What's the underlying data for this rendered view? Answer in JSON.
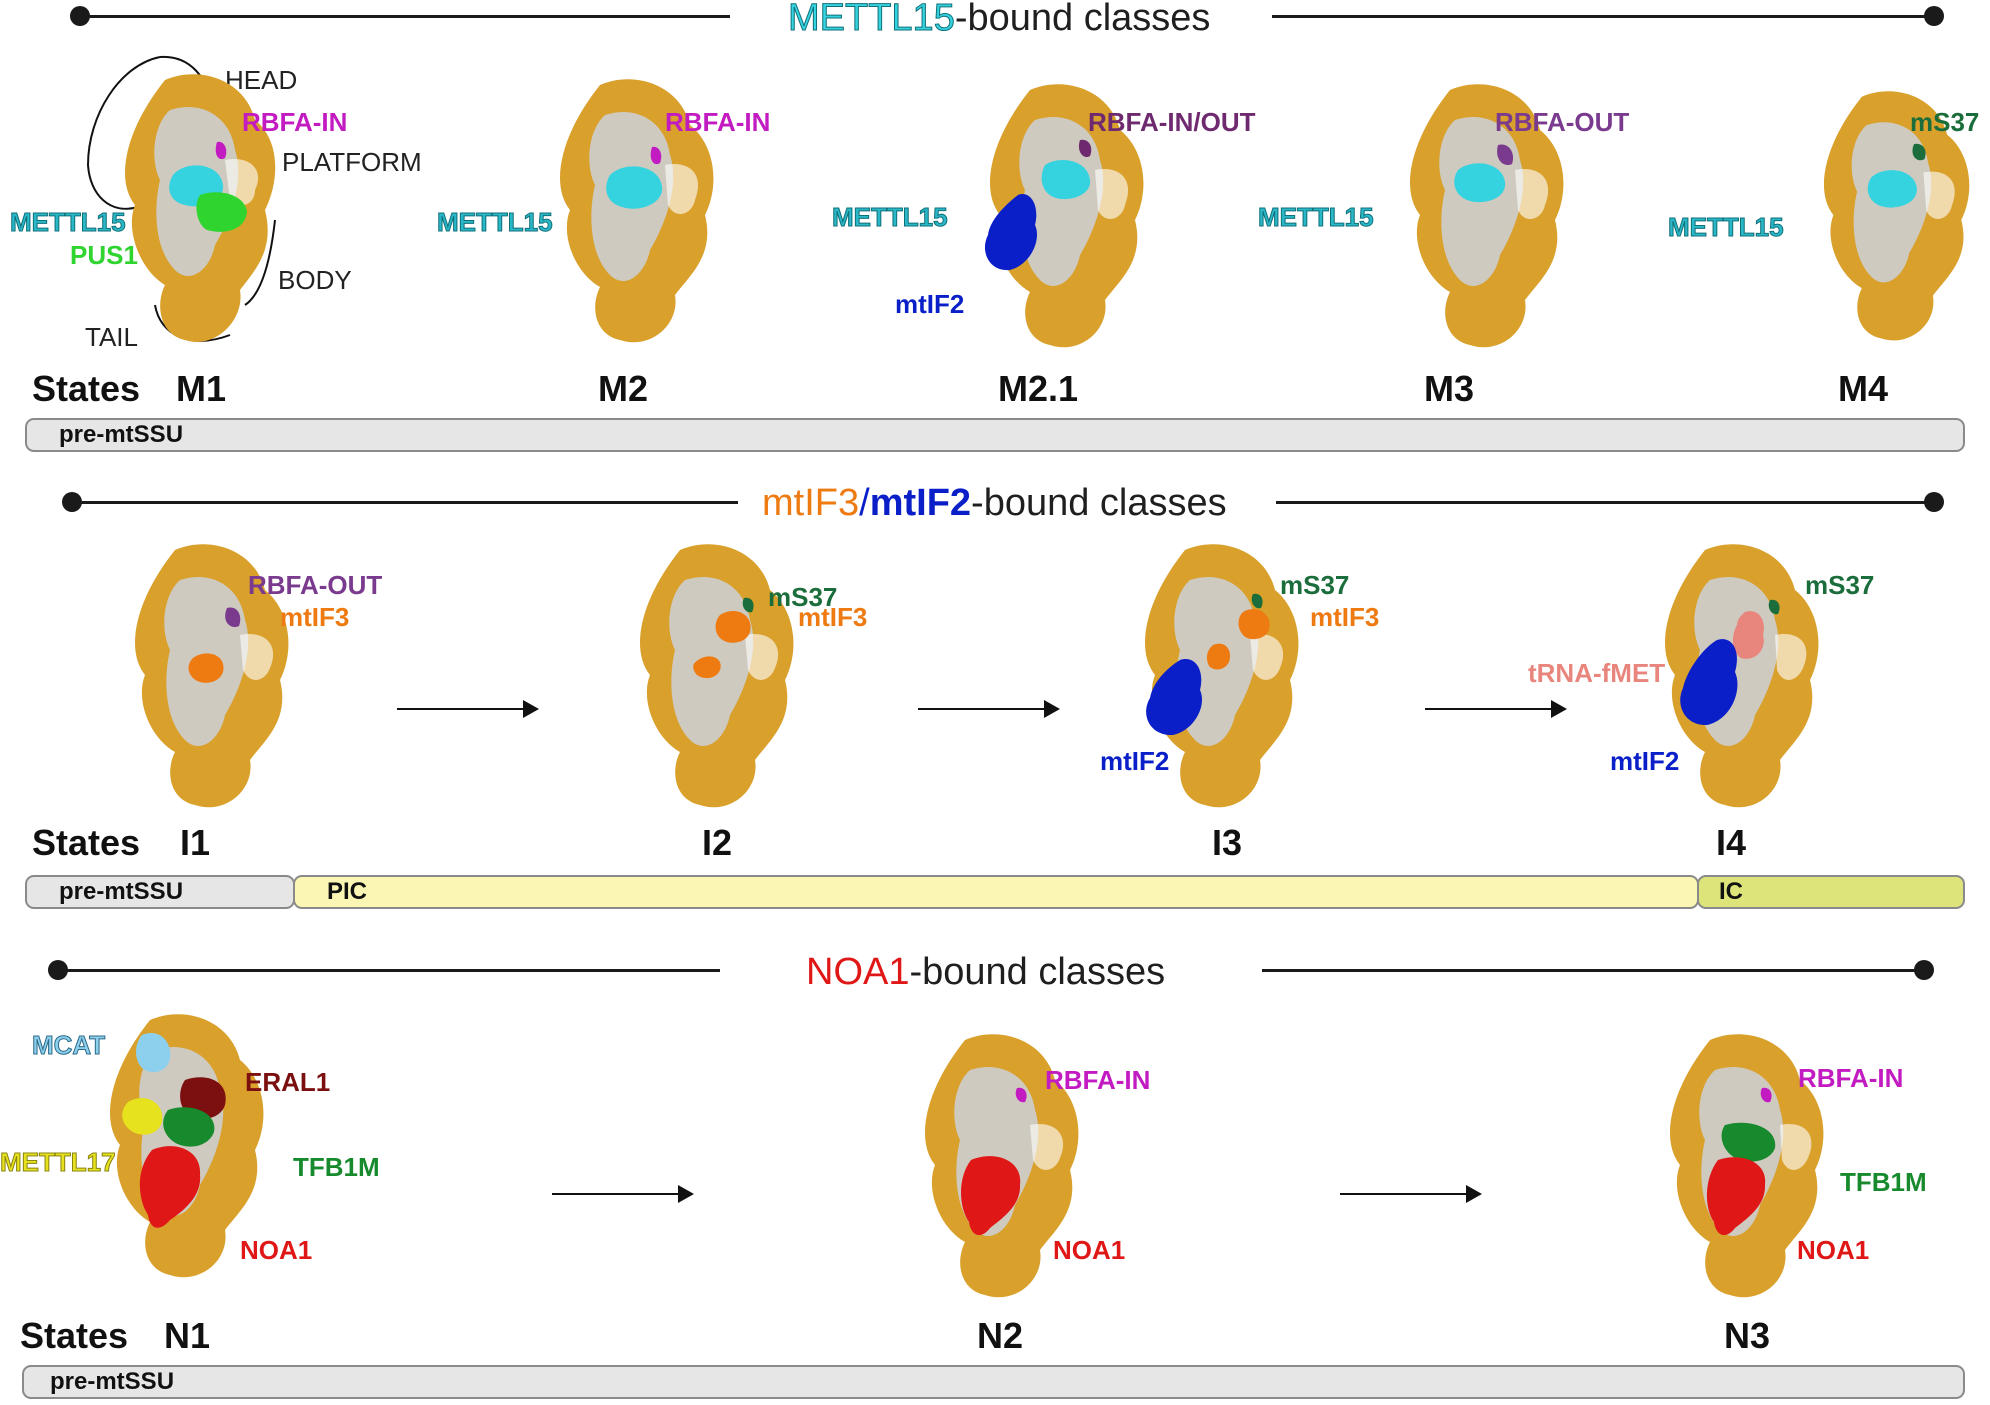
{
  "colors": {
    "ribosome": "#d9a02b",
    "ribosome_core": "#cfcabf",
    "mettl15": "#35d3e0",
    "pus1": "#2fd42f",
    "rbfa_in": "#c21bc2",
    "rbfa_out": "#7a3b8f",
    "rbfa_inout": "#6f2a6f",
    "ms37": "#1b6e3b",
    "mtif2": "#0a1fc8",
    "mtif3": "#ee7a12",
    "trna_fmet": "#e8857d",
    "mcat": "#8cd0ee",
    "eral1": "#7c1010",
    "mettl17": "#e7e21e",
    "tfb1m": "#168a2c",
    "noa1": "#e01717",
    "bar_gray": "#e6e6e6",
    "bar_pic": "#fbf6b4",
    "bar_ic": "#dde57a"
  },
  "common": {
    "states_label": "States"
  },
  "section1": {
    "title_prefix": "METTL15",
    "title_suffix": "-bound classes",
    "anatomy": {
      "head": "HEAD",
      "platform": "PLATFORM",
      "body": "BODY",
      "tail": "TAIL"
    },
    "models": [
      {
        "state": "M1",
        "labels": [
          "RBFA-IN",
          "METTL15",
          "PUS1"
        ]
      },
      {
        "state": "M2",
        "labels": [
          "RBFA-IN",
          "METTL15"
        ]
      },
      {
        "state": "M2.1",
        "labels": [
          "RBFA-IN/OUT",
          "METTL15",
          "mtIF2"
        ]
      },
      {
        "state": "M3",
        "labels": [
          "RBFA-OUT",
          "METTL15"
        ]
      },
      {
        "state": "M4",
        "labels": [
          "mS37",
          "METTL15"
        ]
      }
    ],
    "bars": [
      "pre-mtSSU"
    ]
  },
  "section2": {
    "title_part1": "mtIF3",
    "title_sep": "/",
    "title_part2": "mtIF2",
    "title_suffix": "-bound classes",
    "models": [
      {
        "state": "I1",
        "labels": [
          "RBFA-OUT",
          "mtIF3"
        ]
      },
      {
        "state": "I2",
        "labels": [
          "mS37",
          "mtIF3"
        ]
      },
      {
        "state": "I3",
        "labels": [
          "mS37",
          "mtIF3",
          "mtIF2"
        ]
      },
      {
        "state": "I4",
        "labels": [
          "mS37",
          "tRNA-fMET",
          "mtIF2"
        ]
      }
    ],
    "bars": [
      "pre-mtSSU",
      "PIC",
      "IC"
    ]
  },
  "section3": {
    "title_prefix": "NOA1",
    "title_suffix": "-bound classes",
    "models": [
      {
        "state": "N1",
        "labels": [
          "MCAT",
          "ERAL1",
          "METTL17",
          "TFB1M",
          "NOA1"
        ]
      },
      {
        "state": "N2",
        "labels": [
          "RBFA-IN",
          "NOA1"
        ]
      },
      {
        "state": "N3",
        "labels": [
          "RBFA-IN",
          "TFB1M",
          "NOA1"
        ]
      }
    ],
    "bars": [
      "pre-mtSSU"
    ]
  }
}
